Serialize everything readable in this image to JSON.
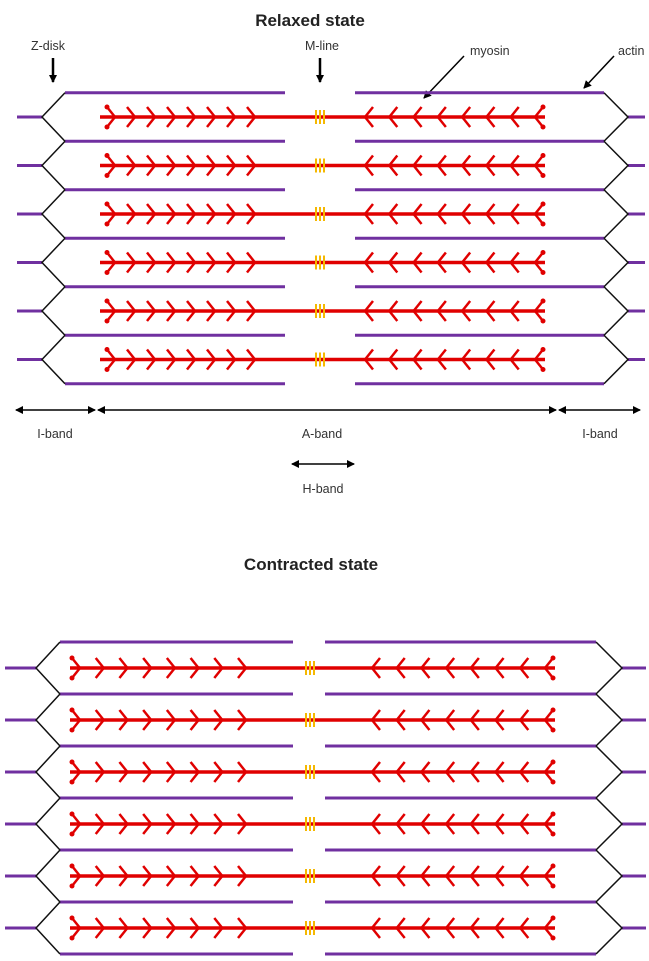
{
  "relaxed": {
    "title": "Relaxed state",
    "labels": {
      "z_disk": "Z-disk",
      "m_line": "M-line",
      "myosin": "myosin",
      "actin": "actin",
      "i_band_left": "I-band",
      "a_band": "A-band",
      "i_band_right": "I-band",
      "h_band": "H-band"
    },
    "sarcomere_rows": 6
  },
  "contracted": {
    "title": "Contracted state",
    "sarcomere_rows": 6
  },
  "colors": {
    "actin": "#7030a0",
    "myosin": "#e00000",
    "m_line": "#f5b800",
    "z_disk": "#111111",
    "arrows": "#000000"
  }
}
